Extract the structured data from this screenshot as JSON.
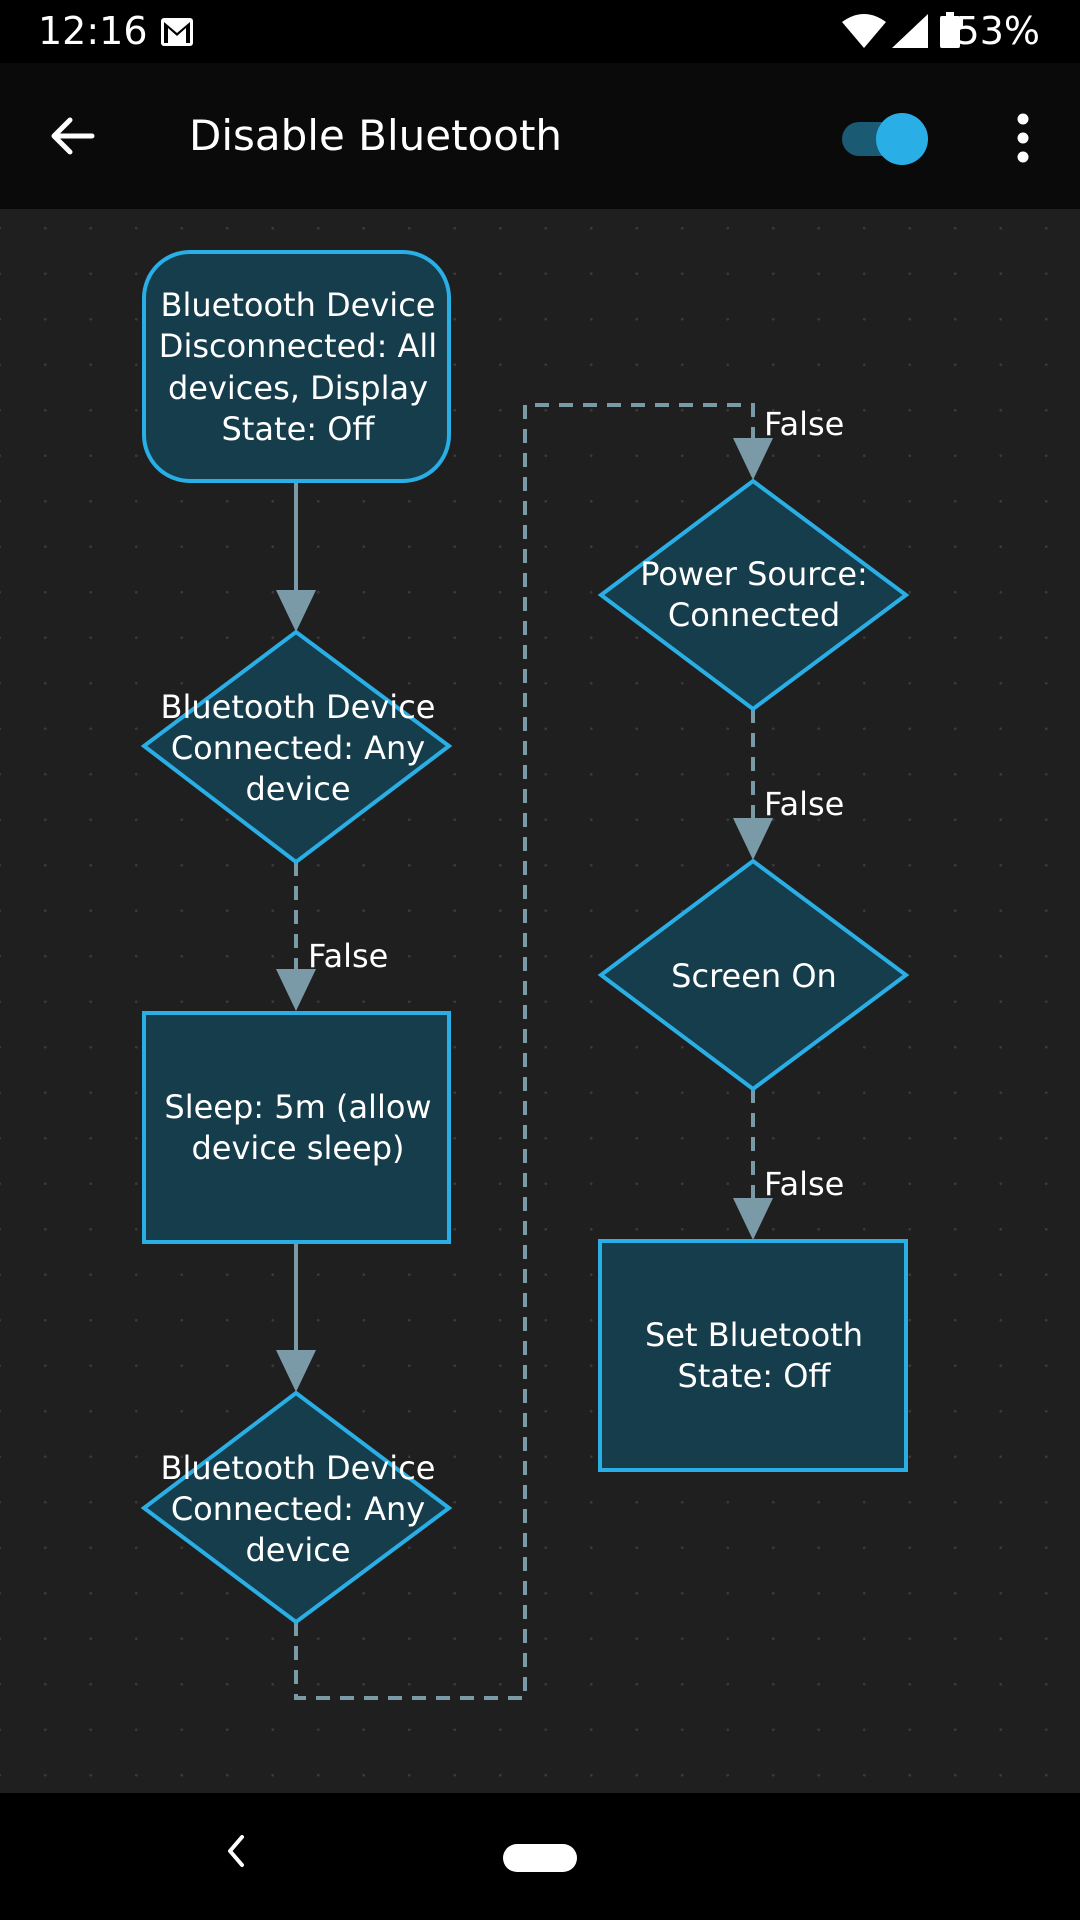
{
  "status_bar": {
    "time": "12:16",
    "battery_percent": "53%",
    "icons": [
      "gmail-icon",
      "wifi-icon",
      "cell-signal-icon",
      "battery-icon"
    ]
  },
  "app_bar": {
    "back_icon": "arrow-back-icon",
    "title": "Disable Bluetooth",
    "macro_enabled": true,
    "menu_icon": "more-vertical-icon"
  },
  "flow": {
    "trigger": [
      "Bluetooth Device",
      "Disconnected: All",
      "devices, Display",
      "State: Off"
    ],
    "condition_1": [
      "Bluetooth Device",
      "Connected: Any",
      "device"
    ],
    "label_1": "False",
    "action_sleep": [
      "Sleep: 5m (allow",
      "device sleep)"
    ],
    "condition_2": [
      "Bluetooth Device",
      "Connected: Any",
      "device"
    ],
    "label_2": "False",
    "condition_power": [
      "Power Source:",
      "Connected"
    ],
    "label_3": "False",
    "condition_screen": [
      "Screen On"
    ],
    "label_4": "False",
    "action_bluetooth": [
      "Set Bluetooth",
      "State: Off"
    ]
  },
  "nav_bar": {
    "icons": [
      "nav-back-icon",
      "nav-home-pill"
    ]
  },
  "colors": {
    "node_fill": "#163d4c",
    "node_border": "#2aaee6",
    "connector": "#7b9aa8",
    "toggle_thumb": "#2aaee6",
    "toggle_track": "#1b5a73"
  }
}
